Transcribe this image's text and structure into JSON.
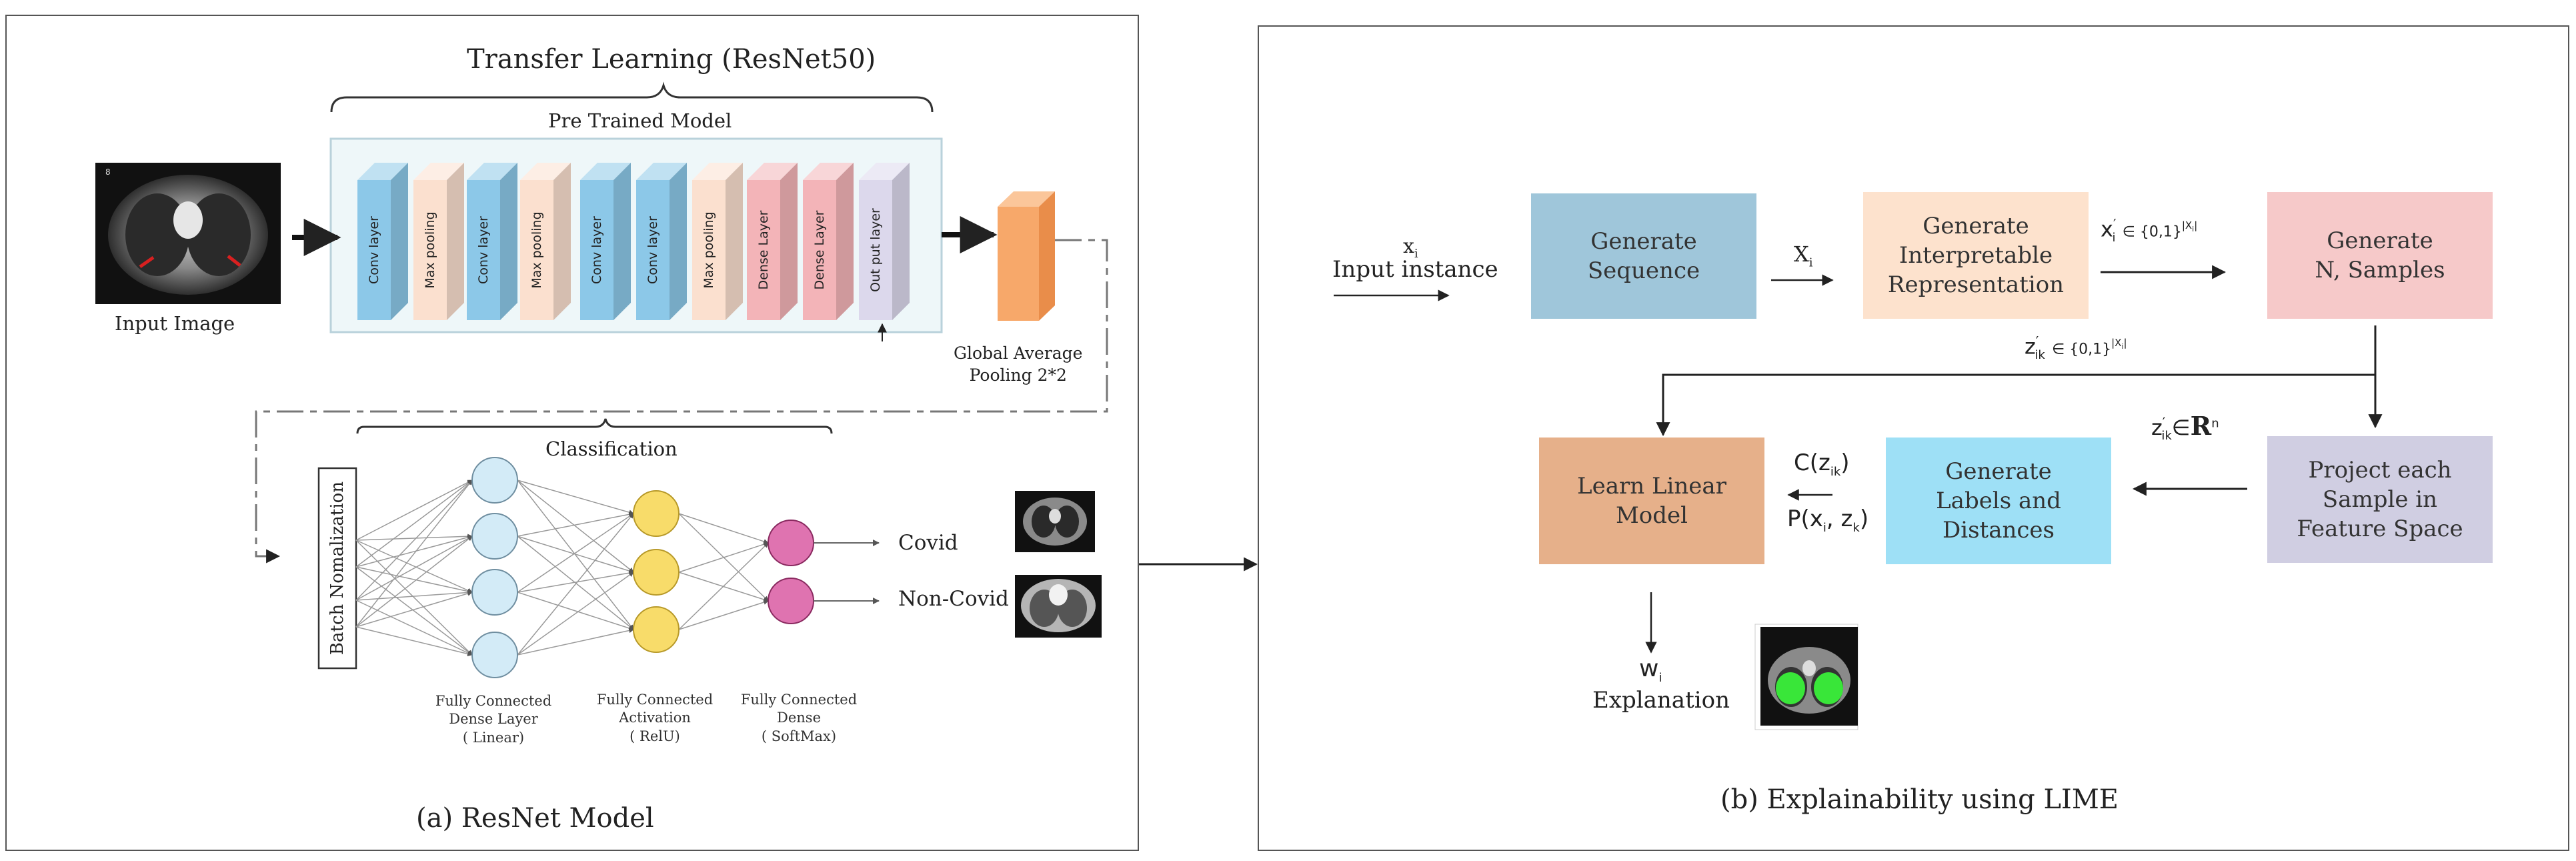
{
  "panel_a": {
    "title": "Transfer Learning (ResNet50)",
    "pretrained_label": "Pre Trained Model",
    "input_image_label": "Input Image",
    "layers": [
      "Conv layer",
      "Max pooling",
      "Conv layer",
      "Max pooling",
      "Conv layer",
      "Conv layer",
      "Max pooling",
      "Dense Layer",
      "Dense Layer",
      "Out put layer"
    ],
    "gap_label": "Global Average\nPooling 2*2",
    "classification_label": "Classification",
    "batch_norm_label": "Batch Nomalization",
    "fc1_label": "Fully Connected\nDense Layer\n( Linear)",
    "fc2_label": "Fully Connected\nActivation\n( RelU)",
    "fc3_label": "Fully Connected\nDense\n( SoftMax)",
    "output_covid": "Covid",
    "output_noncovid": "Non-Covid",
    "caption": "(a) ResNet Model"
  },
  "panel_b": {
    "input_xi": "x",
    "input_xi_sub": "i",
    "input_instance": "Input instance",
    "generate_sequence": "Generate\nSequence",
    "seq_arrow_label": "X",
    "seq_arrow_sub": "i",
    "generate_interpretable": "Generate\nInterpretable\nRepresentation",
    "xprime_label": "x",
    "xprime_sup": "′",
    "xprime_sub": "i",
    "xprime_set": "∈ {0,1}",
    "xprime_set_sup": "|X",
    "xprime_set_sup_sub": "i",
    "xprime_set_sup_end": "|",
    "generate_samples": "Generate\nN, Samples",
    "zprime_label": "z",
    "zprime_sup": "′",
    "zprime_sub": "ik",
    "zprime_set": "∈ {0,1}",
    "zprime_set_sup": "|X",
    "zprime_set_sup_sub": "i",
    "zprime_set_sup_end": "|",
    "zrn_label": "z",
    "zrn_sup": "′",
    "zrn_sub": "ik",
    "zrn_in": "∈",
    "zrn_R": "R",
    "zrn_n": "n",
    "project_each": "Project each\nSample in\nFeature Space",
    "generate_labels": "Generate\nLabels and\nDistances",
    "c_label": "C(z",
    "c_sub": "ik",
    "c_end": ")",
    "p_label": "P(x",
    "p_sub1": "i",
    "p_mid": ", z",
    "p_sub2": "k",
    "p_end": ")",
    "learn_linear": "Learn Linear\nModel",
    "w_label": "w",
    "w_sub": "i",
    "explanation": "Explanation",
    "caption": "(b) Explainability using LIME"
  },
  "colors": {
    "conv": "#8cc8e8",
    "pool": "#fbe0cf",
    "dense": "#f3b4b8",
    "outlayer": "#dcd8ec",
    "gap": "#f7a86a",
    "node_blue": "#d3ebf7",
    "node_yellow": "#f8dc6a",
    "node_pink": "#df73b0",
    "gen_seq": "#9fc6da",
    "gen_interp": "#fde2cd",
    "gen_samples": "#f6c9c9",
    "project": "#d0cee2",
    "gen_labels": "#9ee0f6",
    "learn_linear": "#e6b08a"
  }
}
